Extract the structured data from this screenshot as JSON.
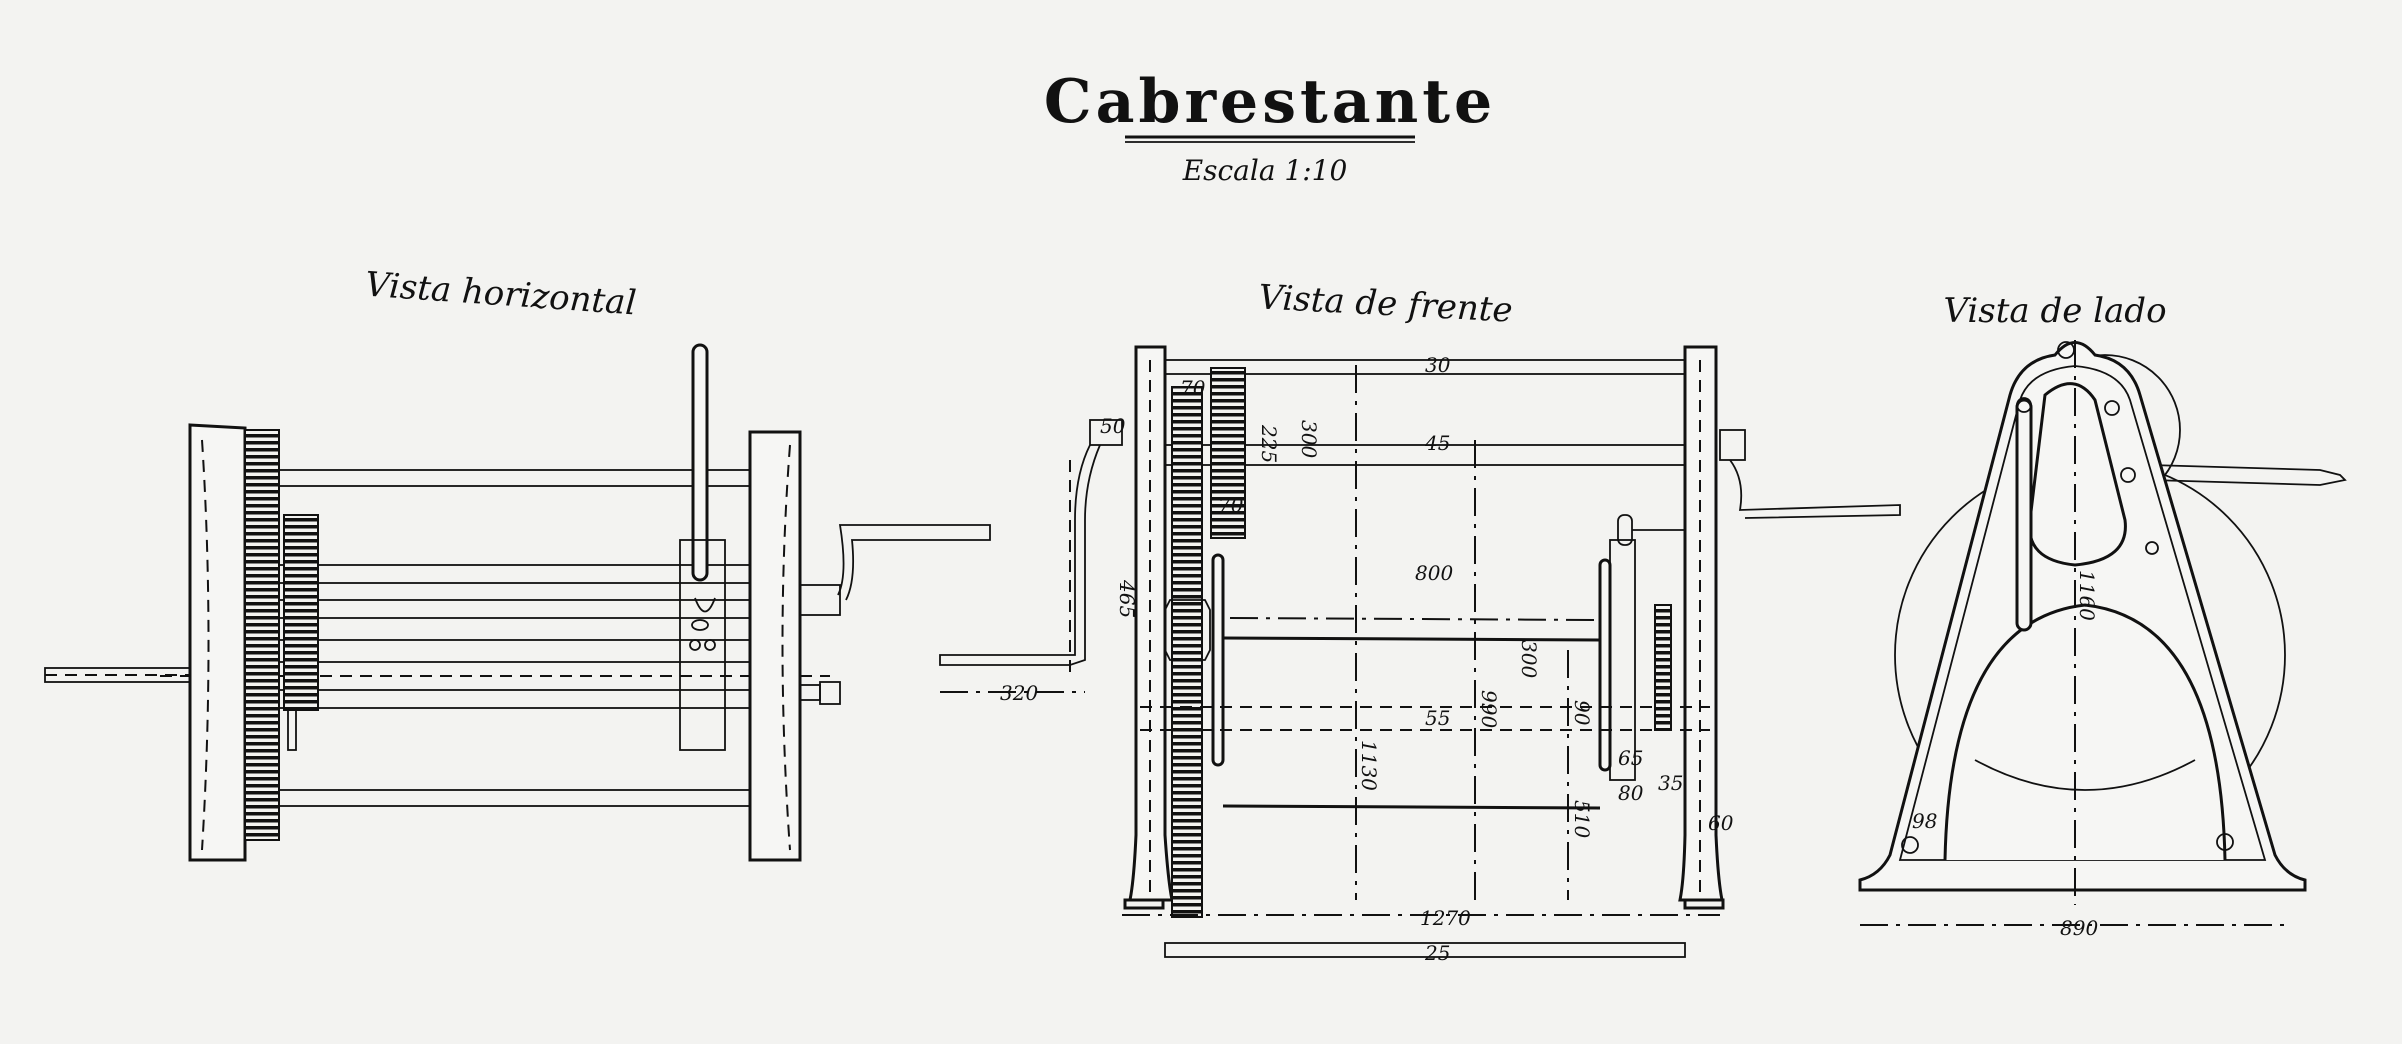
{
  "title": "Cabrestante",
  "scale": "Escala 1:10",
  "views": {
    "horizontal": {
      "label": "Vista horizontal"
    },
    "front": {
      "label": "Vista de frente",
      "dimensions": {
        "overall_width": "1270",
        "overall_height": "1130",
        "shaft_height": "990",
        "drum_length": "800",
        "drum_diameter": "300",
        "drum_axis_height": "510",
        "crank_radius": "465",
        "crank_arm": "320",
        "top_bar": "30",
        "second_shaft": "45",
        "drum_shaft": "55",
        "bottom_bar": "25",
        "crank_hub": "50",
        "gear_width": "70",
        "pinion_width": "70",
        "pinion_diameter": "225",
        "pinion_outer": "300",
        "bracket_top": "65",
        "bracket_bottom": "80",
        "small_gear": "35",
        "brake_offset": "90",
        "post_width": "60"
      }
    },
    "side": {
      "label": "Vista de lado",
      "dimensions": {
        "base_width": "890",
        "height": "1160",
        "rib": "98"
      }
    }
  }
}
